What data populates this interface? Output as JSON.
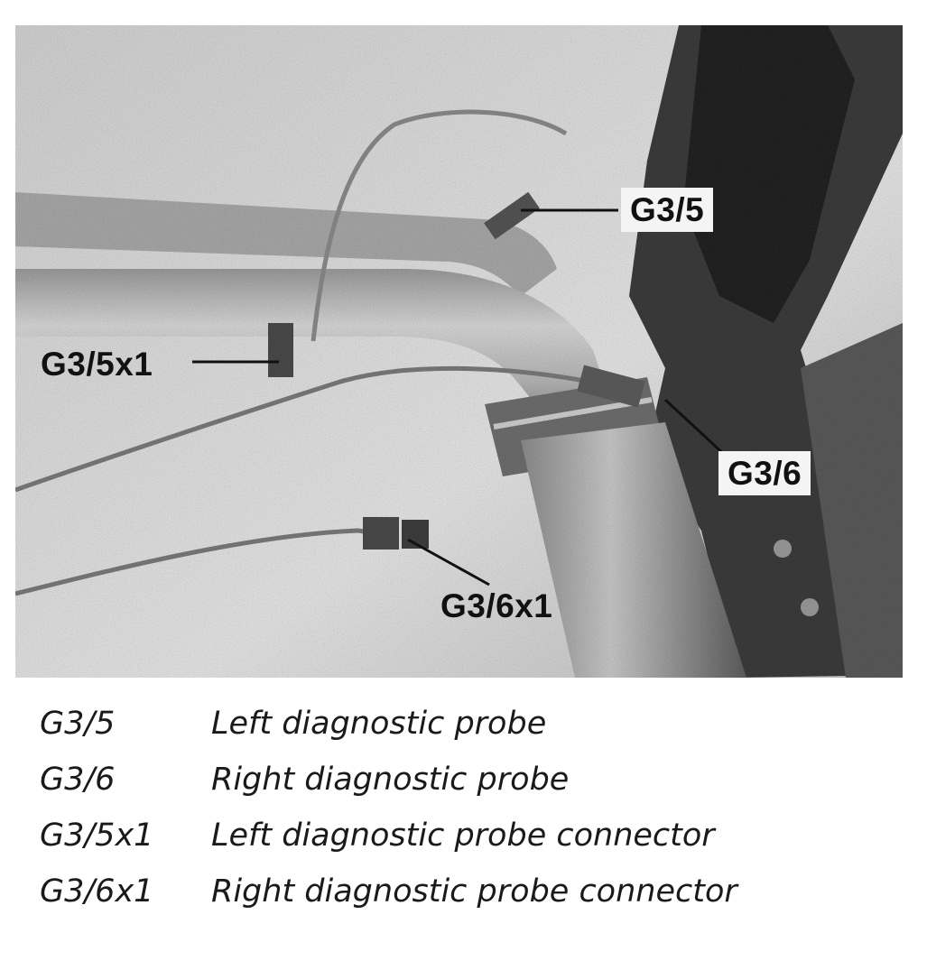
{
  "figure": {
    "callouts": {
      "g3_5": "G3/5",
      "g3_5x1": "G3/5x1",
      "g3_6": "G3/6",
      "g3_6x1": "G3/6x1"
    }
  },
  "legend": [
    {
      "code": "G3/5",
      "description": "Left diagnostic probe"
    },
    {
      "code": "G3/6",
      "description": "Right diagnostic probe"
    },
    {
      "code": "G3/5x1",
      "description": "Left diagnostic probe connector"
    },
    {
      "code": "G3/6x1",
      "description": "Right diagnostic probe connector"
    }
  ]
}
